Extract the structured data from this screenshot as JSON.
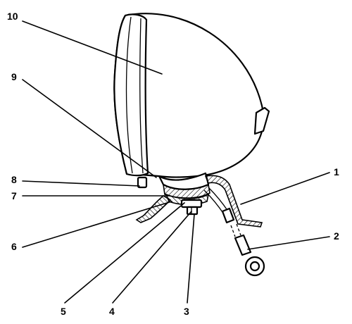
{
  "callouts": [
    {
      "id": "1",
      "text": "1"
    },
    {
      "id": "2",
      "text": "2"
    },
    {
      "id": "3",
      "text": "3"
    },
    {
      "id": "4",
      "text": "4"
    },
    {
      "id": "5",
      "text": "5"
    },
    {
      "id": "6",
      "text": "6"
    },
    {
      "id": "7",
      "text": "7"
    },
    {
      "id": "8",
      "text": "8"
    },
    {
      "id": "9",
      "text": "9"
    },
    {
      "id": "10",
      "text": "10"
    }
  ]
}
